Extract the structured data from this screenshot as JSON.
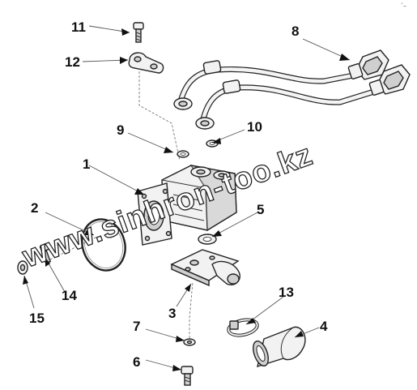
{
  "diagram": {
    "corner_mark": "´–",
    "watermark": "www.sinhron-too.kz",
    "callouts": [
      "1",
      "2",
      "3",
      "4",
      "5",
      "6",
      "7",
      "8",
      "9",
      "10",
      "11",
      "12",
      "13",
      "14",
      "15"
    ]
  }
}
